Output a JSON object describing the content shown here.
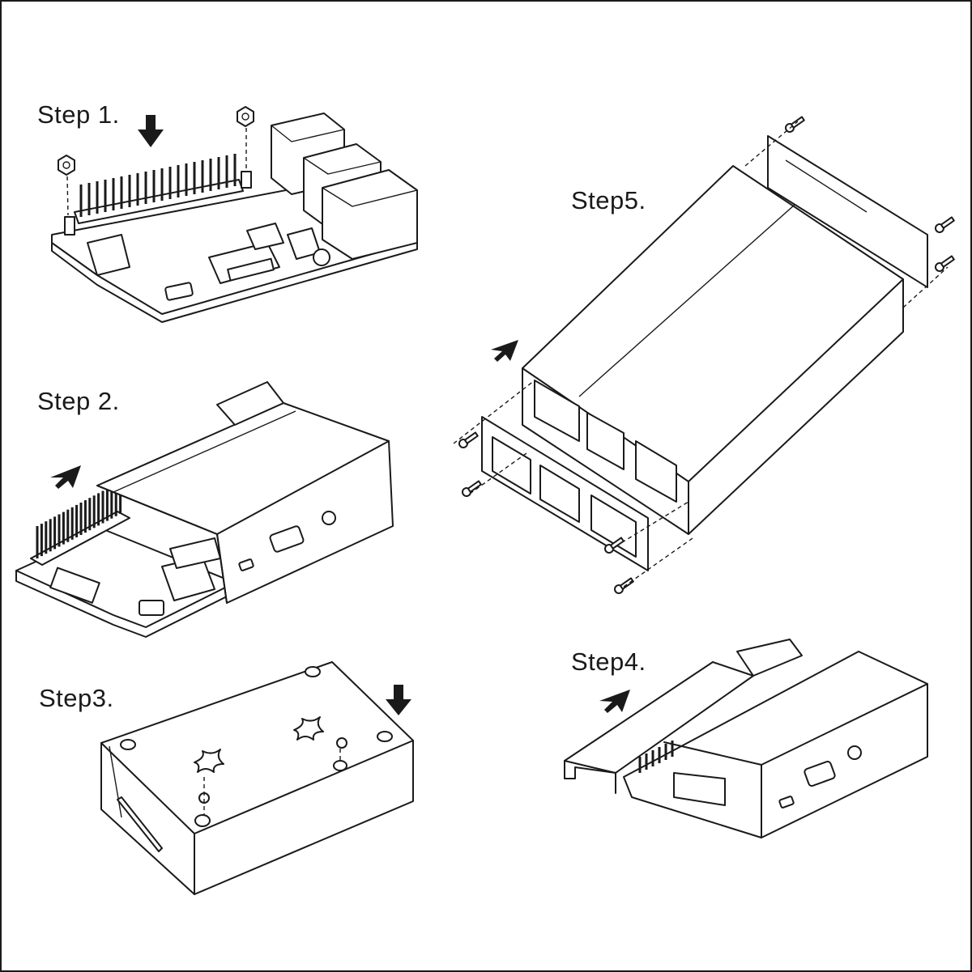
{
  "steps": {
    "step1": "Step 1.",
    "step2": "Step 2.",
    "step3": "Step3.",
    "step4": "Step4.",
    "step5": "Step5."
  },
  "colors": {
    "line": "#1a1a1a",
    "background": "#ffffff"
  },
  "icons": [
    "arrow-icon",
    "nut-icon",
    "screw-icon"
  ]
}
